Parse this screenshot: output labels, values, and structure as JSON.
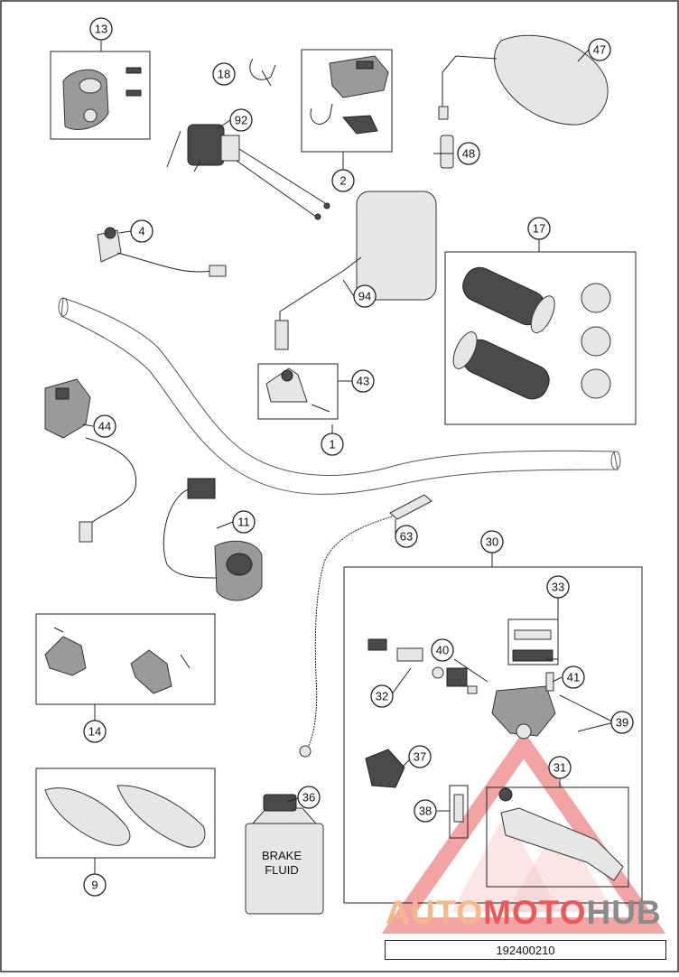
{
  "diagram": {
    "id_label": "192400210",
    "brake_fluid_label_line1": "BRAKE",
    "brake_fluid_label_line2": "FLUID"
  },
  "callouts": [
    "13",
    "18",
    "92",
    "2",
    "47",
    "48",
    "4",
    "17",
    "94",
    "43",
    "1",
    "44",
    "11",
    "63",
    "30",
    "33",
    "40",
    "41",
    "32",
    "39",
    "37",
    "31",
    "38",
    "14",
    "36",
    "9"
  ],
  "watermark": {
    "text_part1": "AUTO",
    "text_part2": "MOTO",
    "text_part3": "HUB",
    "color1": "#f5b88a",
    "color2": "#e85a5a",
    "color3": "#8a8a8a"
  }
}
